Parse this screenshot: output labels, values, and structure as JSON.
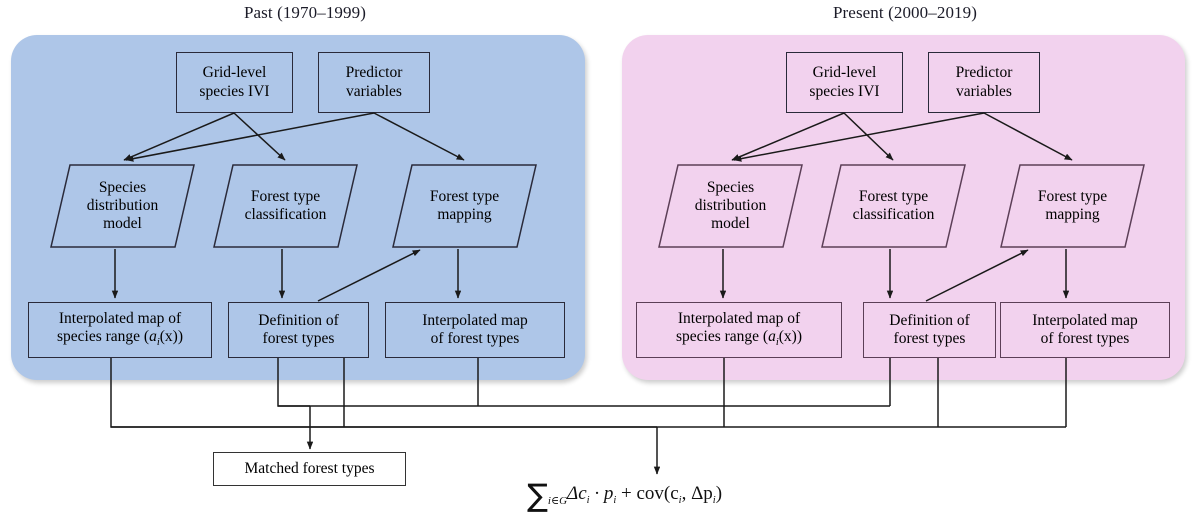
{
  "diagram": {
    "title_past": "Past (1970–1999)",
    "title_present": "Present (2000–2019)",
    "colors": {
      "past_panel": "#aec6e8",
      "present_panel": "#f2d2ee",
      "box_border": "#2a2a3a",
      "line": "#1a1a1a"
    },
    "past": {
      "grid_ivi": "Grid-level\nspecies IVI",
      "grid_ivi_line1": "Grid-level",
      "grid_ivi_line2": "species IVI",
      "predictor_line1": "Predictor",
      "predictor_line2": "variables",
      "sdm_line1": "Species",
      "sdm_line2": "distribution",
      "sdm_line3": "model",
      "ftc_line1": "Forest type",
      "ftc_line2": "classification",
      "ftm_line1": "Forest type",
      "ftm_line2": "mapping",
      "range_line1": "Interpolated map of",
      "range_line2_pre": "species range (",
      "range_line2_sym": "a",
      "range_line2_sub": "i",
      "range_line2_post": "(x))",
      "deftypes_line1": "Definition  of",
      "deftypes_line2": "forest types",
      "interp_ft_line1": "Interpolated map",
      "interp_ft_line2": "of forest types"
    },
    "present": {
      "grid_ivi_line1": "Grid-level",
      "grid_ivi_line2": "species IVI",
      "predictor_line1": "Predictor",
      "predictor_line2": "variables",
      "sdm_line1": "Species",
      "sdm_line2": "distribution",
      "sdm_line3": "model",
      "ftc_line1": "Forest type",
      "ftc_line2": "classification",
      "ftm_line1": "Forest type",
      "ftm_line2": "mapping",
      "range_line1": "Interpolated map of",
      "range_line2_pre": "species range (",
      "range_line2_sym": "a",
      "range_line2_sub": "i",
      "range_line2_post": "(x))",
      "deftypes_line1": "Definition  of",
      "deftypes_line2": "forest types",
      "interp_ft_line1": "Interpolated map",
      "interp_ft_line2": "of forest types"
    },
    "matched": "Matched forest types",
    "formula": {
      "sum": "∑",
      "sum_sub": "i∈G",
      "body_1": "Δc",
      "body_1_sub": "i",
      "body_2": " · p",
      "body_2_sub": "i",
      "body_3": " + cov(c",
      "body_3_sub": "i",
      "body_4": ", Δp",
      "body_4_sub": "i",
      "body_5": ")",
      "plain": "∑(i∈G) Δc_i · p_i + cov(c_i, Δp_i)"
    }
  }
}
